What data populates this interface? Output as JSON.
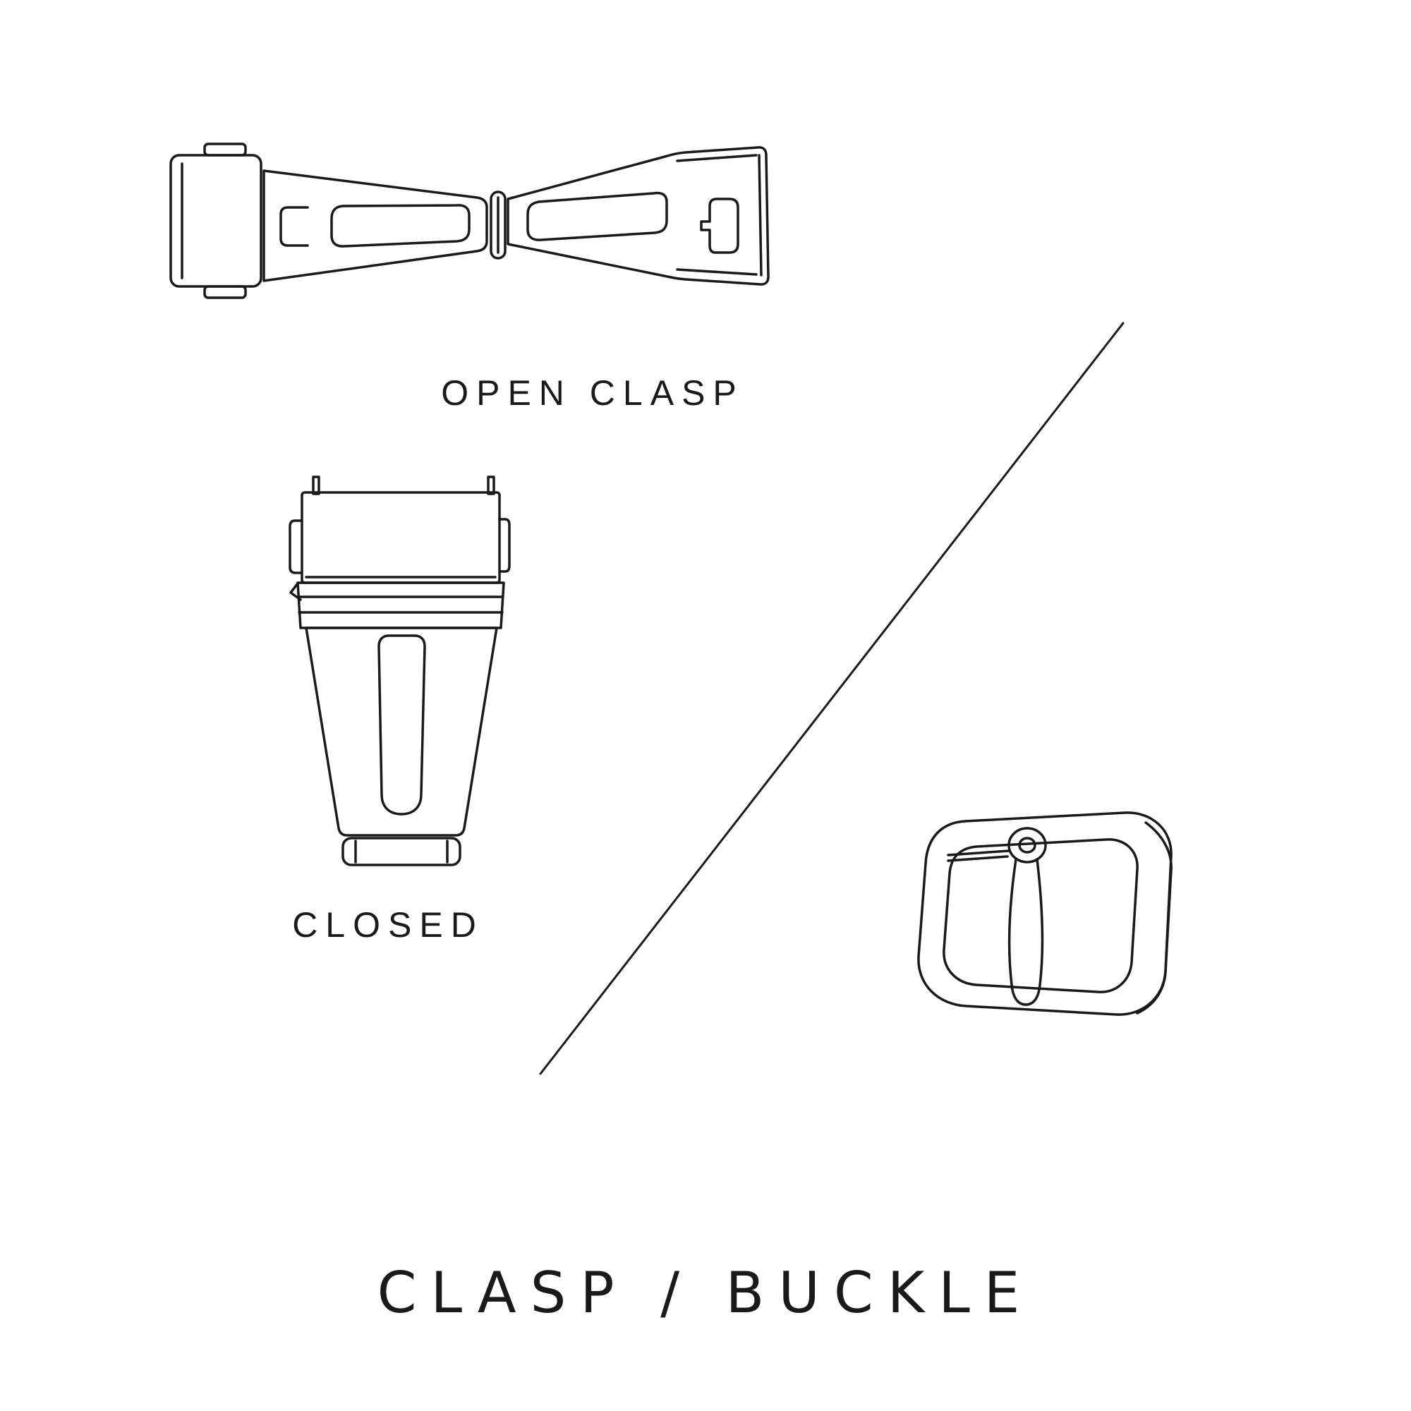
{
  "colors": {
    "background": "#ffffff",
    "ink": "#1a1a1a"
  },
  "labels": {
    "open_clasp": "OPEN CLASP",
    "closed_clasp": "CLOSED"
  },
  "title": "CLASP / BUCKLE",
  "illustrations": {
    "open_clasp": "open-clasp-line-drawing",
    "closed_clasp": "closed-clasp-line-drawing",
    "pin_buckle": "pin-buckle-line-drawing",
    "divider": "diagonal-divider-line"
  }
}
